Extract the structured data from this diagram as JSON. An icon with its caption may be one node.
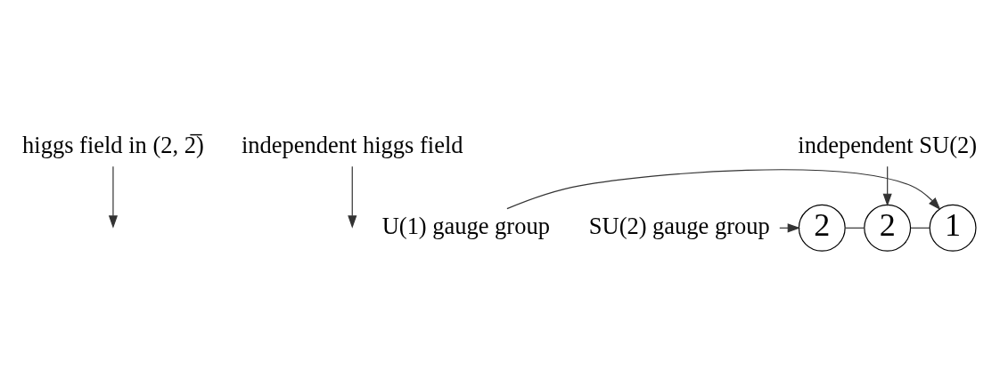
{
  "diagram": {
    "nodes": [
      {
        "text": [
          "higgs field in (2, 2̅)"
        ]
      },
      {
        "text": [
          "independent higgs field"
        ]
      },
      {
        "text": [
          "2"
        ]
      },
      {
        "text": [
          "2"
        ]
      },
      {
        "text": [
          "1"
        ]
      },
      {
        "text": [
          "SU(2) gauge group"
        ]
      },
      {
        "text": [
          "U(1) gauge group"
        ]
      },
      {
        "text": [
          "independent SU(2)"
        ]
      }
    ],
    "edges": [
      {
        "from": 2,
        "to": 3,
        "arrow": "none"
      },
      {
        "from": 3,
        "to": 4,
        "arrow": "none"
      },
      {
        "from": 0,
        "to": null,
        "arrow": "to"
      },
      {
        "from": 1,
        "to": null,
        "arrow": "to"
      },
      {
        "from": 5,
        "to": 2,
        "arrow": "to"
      },
      {
        "from": 6,
        "to": 4,
        "arrow": "to"
      },
      {
        "from": 7,
        "to": 3,
        "arrow": "to"
      }
    ]
  }
}
